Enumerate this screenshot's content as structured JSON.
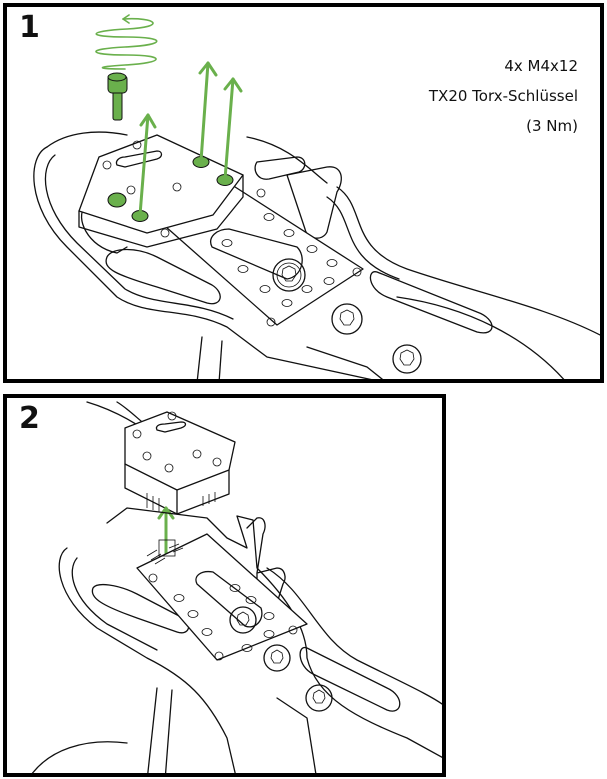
{
  "document": {
    "steps": [
      {
        "number": "1",
        "spec_lines": [
          "4x M4x12",
          "TX20 Torx-Schlüssel",
          "(3 Nm)"
        ],
        "illustration": "Remove 4 screws from controller housing on handlebar mount plate",
        "icons": [
          "screw-icon",
          "unscrew-spiral-icon",
          "arrow-up-icon"
        ]
      },
      {
        "number": "2",
        "spec_lines": [],
        "illustration": "Lift controller housing off the mount plate connector",
        "icons": [
          "arrow-up-icon"
        ]
      }
    ],
    "colors": {
      "accent": "#6ab04c",
      "line": "#111111",
      "background": "#ffffff"
    }
  }
}
